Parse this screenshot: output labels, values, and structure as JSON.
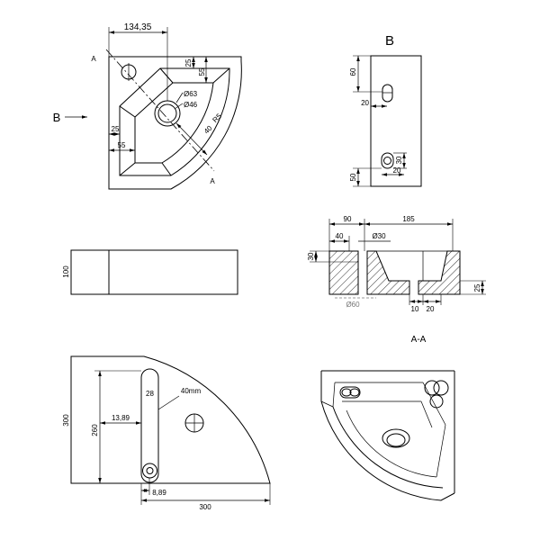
{
  "plan_view": {
    "width_dimension": "134,35",
    "section_mark_start": "A",
    "section_mark_end": "A",
    "rim_depth_25": "25",
    "rim_depth_55": "55",
    "drain_outer_diameter": "Ø63",
    "drain_inner_diameter": "Ø46",
    "drain_to_edge": "40",
    "edge_radius": "R5",
    "view_direction_label": "B",
    "left_offset_25": "25",
    "left_offset_55": "55"
  },
  "side_view_b": {
    "title": "B",
    "dim_60": "60",
    "dim_20_top": "20",
    "dim_30": "30",
    "dim_20_bottom": "20",
    "dim_50": "50"
  },
  "front_view": {
    "height": "100"
  },
  "section_view": {
    "title": "A-A",
    "dim_90": "90",
    "dim_185": "185",
    "dim_40": "40",
    "hole_diameter": "Ø30",
    "dim_30": "30",
    "bottom_diameter": "Ø60",
    "dim_10": "10",
    "dim_20": "20",
    "dim_25": "25"
  },
  "underside_view": {
    "depth_300": "300",
    "dim_260": "260",
    "slot_width": "28",
    "slot_note": "40mm",
    "dim_13_89": "13,89",
    "dim_8_89": "8,89",
    "width_300": "300"
  }
}
